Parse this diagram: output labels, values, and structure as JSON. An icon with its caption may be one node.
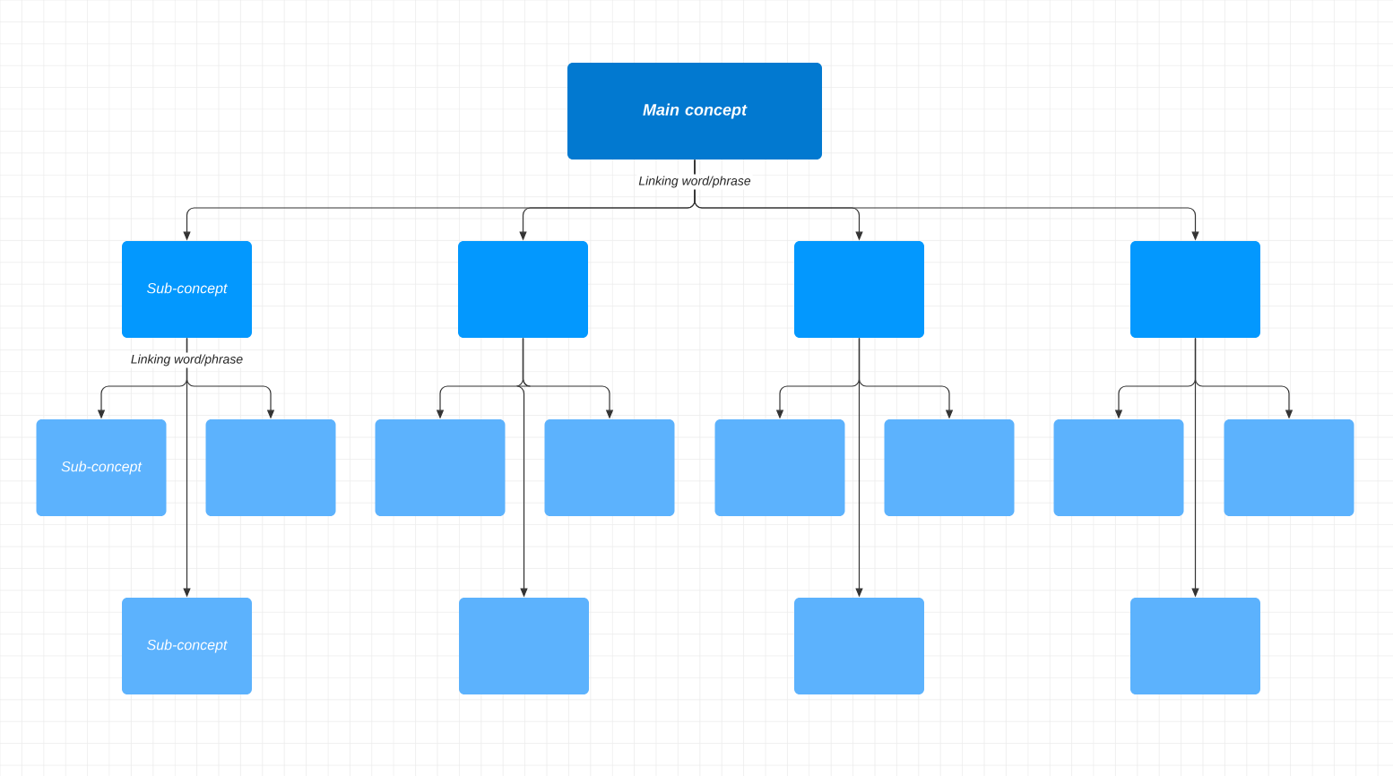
{
  "diagram": {
    "nodes": [
      {
        "text": [
          "Main concept"
        ]
      },
      {
        "text": [
          "Sub-concept"
        ]
      },
      {
        "text": [],
        "shape": "box"
      },
      {
        "text": [],
        "shape": "box"
      },
      {
        "text": [],
        "shape": "box"
      },
      {
        "text": [
          "Sub-concept"
        ]
      },
      {
        "text": [],
        "shape": "box"
      },
      {
        "text": [],
        "shape": "box"
      },
      {
        "text": [],
        "shape": "box"
      },
      {
        "text": [],
        "shape": "box"
      },
      {
        "text": [],
        "shape": "box"
      },
      {
        "text": [],
        "shape": "box"
      },
      {
        "text": [],
        "shape": "box"
      },
      {
        "text": [
          "Sub-concept"
        ]
      },
      {
        "text": [],
        "shape": "box"
      },
      {
        "text": [],
        "shape": "box"
      },
      {
        "text": [],
        "shape": "box"
      }
    ],
    "edges": [
      {
        "from": 0,
        "to": 1,
        "arrow": "to",
        "label": "Linking word/phrase"
      },
      {
        "from": 0,
        "to": 2,
        "arrow": "to"
      },
      {
        "from": 0,
        "to": 3,
        "arrow": "to"
      },
      {
        "from": 0,
        "to": 4,
        "arrow": "to"
      },
      {
        "from": 1,
        "to": 5,
        "arrow": "to",
        "label": "Linking word/phrase"
      },
      {
        "from": 1,
        "to": 6,
        "arrow": "to"
      },
      {
        "from": 1,
        "to": 13,
        "arrow": "to"
      },
      {
        "from": 2,
        "to": 7,
        "arrow": "to"
      },
      {
        "from": 2,
        "to": 8,
        "arrow": "to"
      },
      {
        "from": 2,
        "to": 14,
        "arrow": "to"
      },
      {
        "from": 3,
        "to": 9,
        "arrow": "to"
      },
      {
        "from": 3,
        "to": 10,
        "arrow": "to"
      },
      {
        "from": 3,
        "to": 15,
        "arrow": "to"
      },
      {
        "from": 4,
        "to": 11,
        "arrow": "to"
      },
      {
        "from": 4,
        "to": 12,
        "arrow": "to"
      },
      {
        "from": 4,
        "to": 16,
        "arrow": "to"
      }
    ]
  }
}
